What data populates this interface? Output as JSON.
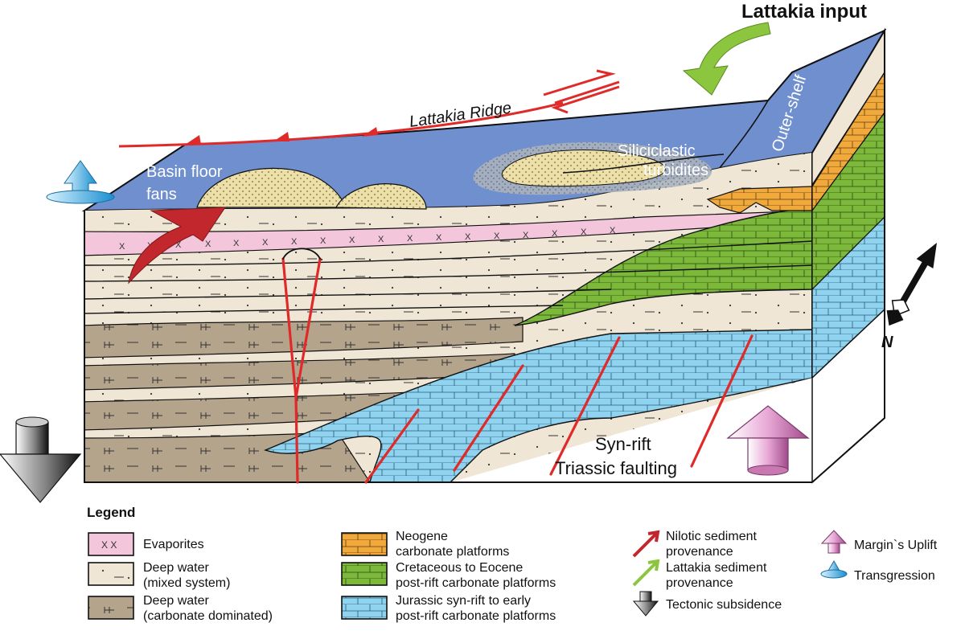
{
  "title": "Lattakia input",
  "labels": {
    "lattakia_ridge": "Lattakia Ridge",
    "outer_shelf": "Outer-shelf",
    "siliciclastic_1": "Siliciclastic",
    "siliciclastic_2": "turbidites",
    "basin_floor_1": "Basin floor",
    "basin_floor_2": "fans",
    "synrift_1": "Syn-rift",
    "synrift_2": "Triassic faulting",
    "north": "N"
  },
  "legend": {
    "title": "Legend",
    "items": [
      {
        "key": "evaporites",
        "line1": "Evaporites",
        "line2": ""
      },
      {
        "key": "deep_mixed",
        "line1": "Deep water",
        "line2": "(mixed system)"
      },
      {
        "key": "deep_carb",
        "line1": "Deep water",
        "line2": "(carbonate dominated)"
      },
      {
        "key": "neogene",
        "line1": "Neogene",
        "line2": "carbonate platforms"
      },
      {
        "key": "cret_eocene",
        "line1": "Cretaceous to Eocene",
        "line2": "post-rift carbonate platforms"
      },
      {
        "key": "jurassic",
        "line1": "Jurassic syn-rift to early",
        "line2": "post-rift carbonate platforms"
      },
      {
        "key": "nilotic",
        "line1": "Nilotic sediment",
        "line2": "provenance"
      },
      {
        "key": "lattakia_sed",
        "line1": "Lattakia sediment",
        "line2": "provenance"
      },
      {
        "key": "subsidence",
        "line1": "Tectonic subsidence",
        "line2": ""
      },
      {
        "key": "uplift",
        "line1": "Margin`s Uplift",
        "line2": ""
      },
      {
        "key": "transgression",
        "line1": "Transgression",
        "line2": ""
      }
    ]
  },
  "colors": {
    "sea": "#6f8fce",
    "evaporite": "#f4c6dc",
    "deep_mixed": "#efe6d6",
    "deep_carb": "#b5a48c",
    "neogene": "#f2a93b",
    "cretaceous": "#7cb83a",
    "jurassic": "#8fd3f0",
    "sand": "#ecdfa8",
    "fault": "#e02a2a",
    "nilotic": "#c1272d",
    "lattakia": "#8cc63f",
    "uplift": "#d98fc4",
    "transgression": "#29a8e0"
  }
}
